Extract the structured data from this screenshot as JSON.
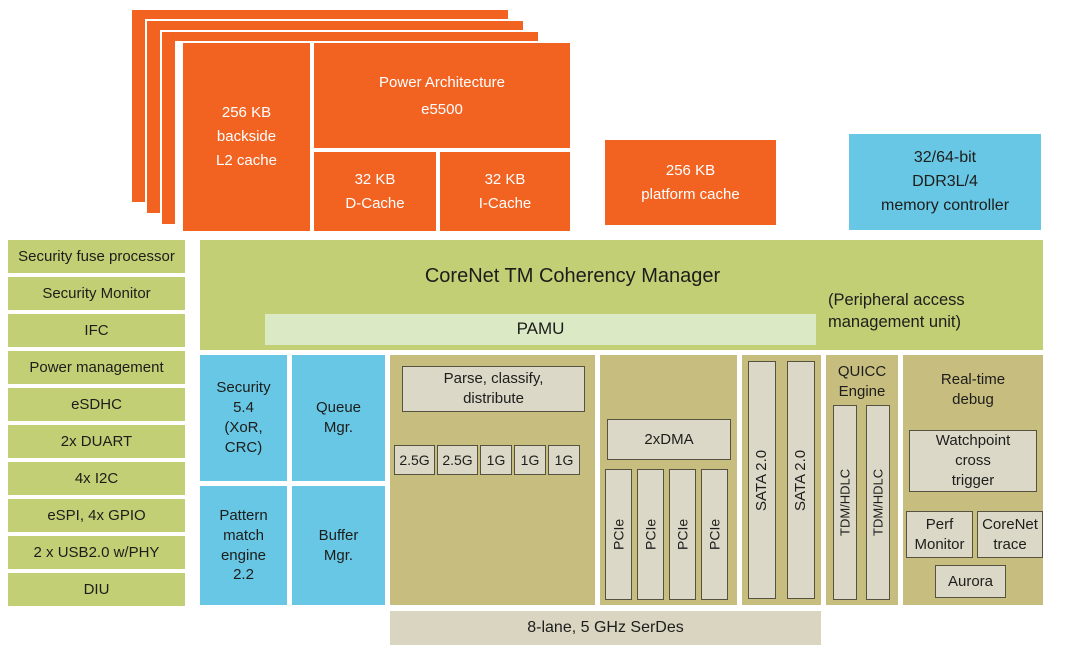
{
  "colors": {
    "orange": "#F26322",
    "blue": "#68C7E4",
    "green": "#C3CF74",
    "pale_green": "#DBE9C5",
    "khaki": "#C7BD7F",
    "gray_block": "#DCD8C8",
    "gray_border": "#55523F",
    "serdes_gray": "#D9D5C1",
    "text_dark": "#1D1D1B",
    "text_light": "#FFFFFF"
  },
  "core_complex": {
    "l2_cache": [
      "256 KB",
      "backside",
      "L2 cache"
    ],
    "cpu": [
      "Power Architecture",
      "e5500"
    ],
    "d_cache": [
      "32 KB",
      "D-Cache"
    ],
    "i_cache": [
      "32 KB",
      "I-Cache"
    ]
  },
  "platform_cache": [
    "256 KB",
    "platform cache"
  ],
  "memory_controller": [
    "32/64-bit",
    "DDR3L/4",
    "memory controller"
  ],
  "sidebar": {
    "items": [
      "Security fuse processor",
      "Security Monitor",
      "IFC",
      "Power management",
      "eSDHC",
      "2x DUART",
      "4x I2C",
      "eSPI, 4x GPIO",
      "2 x USB2.0 w/PHY",
      "DIU"
    ]
  },
  "corenet": {
    "title": "CoreNet TM  Coherency Manager",
    "pamu": "PAMU",
    "note": [
      "(Peripheral access",
      "management unit)"
    ]
  },
  "accelerators": {
    "security": [
      "Security",
      "5.4",
      "(XoR,",
      "CRC)"
    ],
    "pattern_match": [
      "Pattern",
      "match",
      "engine",
      "2.2"
    ],
    "queue_mgr": [
      "Queue",
      "Mgr."
    ],
    "buffer_mgr": [
      "Buffer",
      "Mgr."
    ]
  },
  "fman": {
    "parse": [
      "Parse, classify,",
      "distribute"
    ],
    "ports": [
      "2.5G",
      "2.5G",
      "1G",
      "1G",
      "1G"
    ]
  },
  "io": {
    "dma": "2xDMA",
    "pcie": [
      "PCIe",
      "PCIe",
      "PCIe",
      "PCIe"
    ],
    "sata": [
      "SATA 2.0",
      "SATA 2.0"
    ],
    "quicc": [
      "QUICC",
      "Engine"
    ],
    "tdm": [
      "TDM/HDLC",
      "TDM/HDLC"
    ]
  },
  "debug": {
    "title": [
      "Real-time",
      "debug"
    ],
    "watchpoint": [
      "Watchpoint",
      "cross",
      "trigger"
    ],
    "perf_monitor": [
      "Perf",
      "Monitor"
    ],
    "corenet_trace": [
      "CoreNet",
      "trace"
    ],
    "aurora": "Aurora"
  },
  "serdes": "8-lane, 5 GHz SerDes"
}
